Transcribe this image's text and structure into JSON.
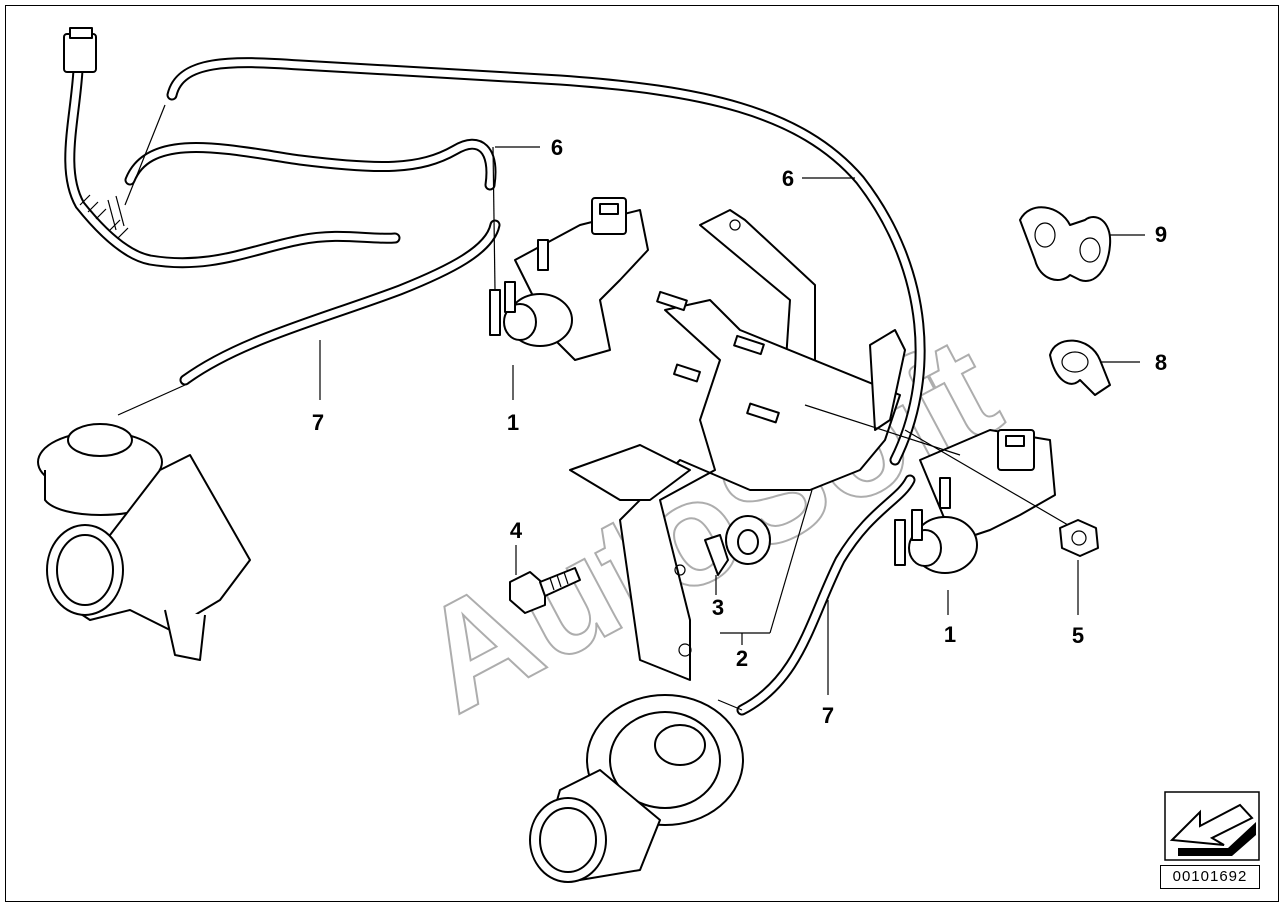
{
  "watermark": {
    "text": "AutoSoft"
  },
  "labels": {
    "p1_left": "1",
    "p1_right": "1",
    "p2": "2",
    "p3": "3",
    "p4": "4",
    "p5": "5",
    "p6_left": "6",
    "p6_right": "6",
    "p7_left": "7",
    "p7_right": "7",
    "p8": "8",
    "p9": "9"
  },
  "doc_number": "00101692",
  "icons": {
    "nav": "arrow-navigation-icon"
  }
}
